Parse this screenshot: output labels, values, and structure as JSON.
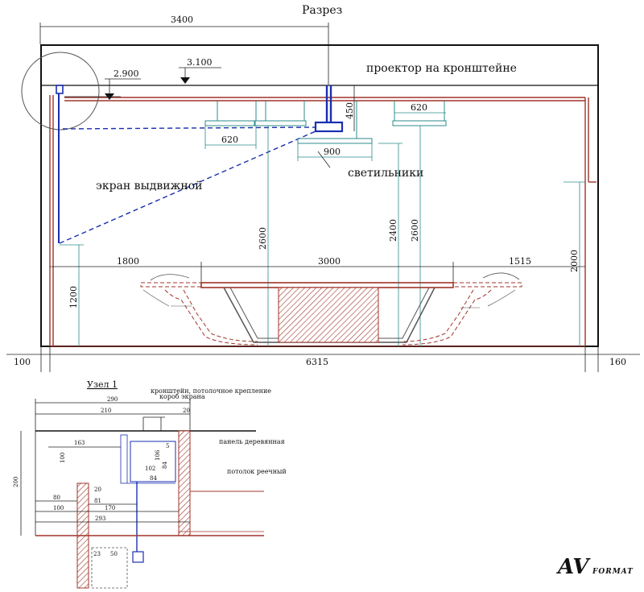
{
  "section": {
    "title": "Разрез",
    "labels": {
      "projector": "проектор на кронштейне",
      "screen": "экран выдвижной",
      "lights": "светильники"
    },
    "dims": {
      "top_width": "3400",
      "level_ceiling": "3.100",
      "level_screen": "2.900",
      "proj_drop": "450",
      "light_a": "620",
      "light_b": "620",
      "light_c": "900",
      "h_2600_a": "2600",
      "h_2400": "2400",
      "h_2600_b": "2600",
      "h_2000": "2000",
      "h_1200": "1200",
      "seg_1800": "1800",
      "seg_3000": "3000",
      "seg_1515": "1515",
      "wall_left": "100",
      "total": "6315",
      "wall_right": "160"
    }
  },
  "node": {
    "title": "Узел 1",
    "labels": {
      "bracket": "кронштейн, потолочное крепление",
      "box": "короб экрана",
      "panel": "панель деревянная",
      "ceiling": "потолок реечный"
    },
    "dims": {
      "d290": "290",
      "d210": "210",
      "d20": "20",
      "d163": "163",
      "d100": "100",
      "d106": "106",
      "d84a": "84",
      "d5": "5",
      "d102": "102",
      "d84b": "84",
      "d200": "200",
      "d80": "80",
      "d20b": "20",
      "d81": "81",
      "d100b": "100",
      "d170": "170",
      "d293": "293",
      "d23": "23",
      "d50": "50"
    }
  },
  "logo": {
    "mark": "AV",
    "word": "FORMAT"
  }
}
